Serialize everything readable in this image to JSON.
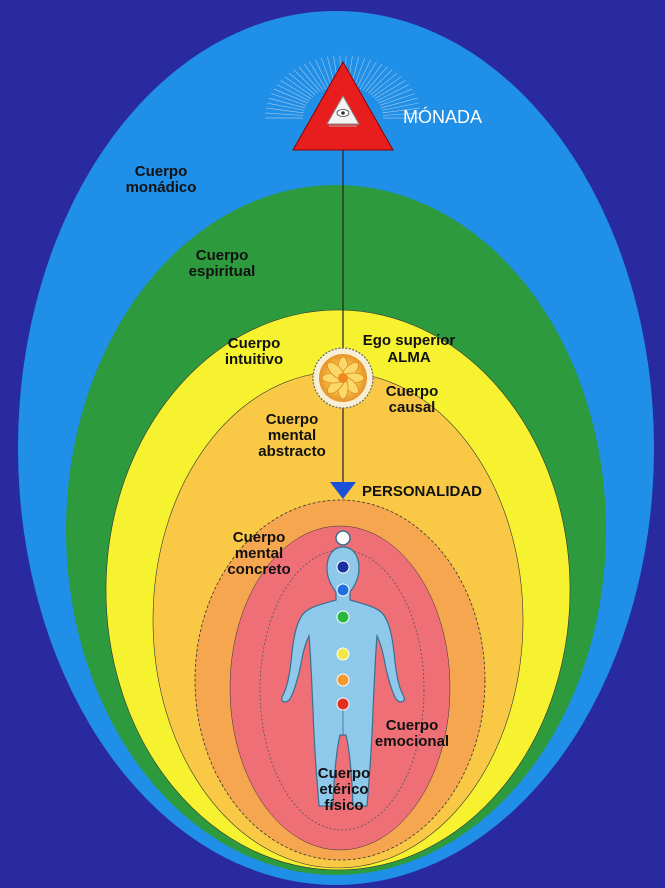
{
  "colors": {
    "background": "#2a2aa0",
    "monadic": "#1f8fe8",
    "spiritual": "#2e9a3e",
    "intuitive": "#f6f230",
    "abstract": "#f9c945",
    "concrete": "#f5a64f",
    "emotional": "#ef6f76",
    "body": "#8ec8ea",
    "triangle": "#e81e1e",
    "personality_marker": "#1a4fd8"
  },
  "monad": {
    "label": "MÓNADA",
    "icon": "triangle-eye-icon"
  },
  "soul": {
    "line1": "Ego superior",
    "line2": "ALMA",
    "icon": "lotus-flower-icon"
  },
  "personality": {
    "label": "PERSONALIDAD",
    "icon": "down-triangle-icon"
  },
  "bodies": {
    "monadic": {
      "line1": "Cuerpo",
      "line2": "monádico"
    },
    "spiritual": {
      "line1": "Cuerpo",
      "line2": "espiritual"
    },
    "intuitive": {
      "line1": "Cuerpo",
      "line2": "intuitivo"
    },
    "causal": {
      "line1": "Cuerpo",
      "line2": "causal"
    },
    "mental_abstract": {
      "line1": "Cuerpo",
      "line2": "mental",
      "line3": "abstracto"
    },
    "mental_concrete": {
      "line1": "Cuerpo",
      "line2": "mental",
      "line3": "concreto"
    },
    "emotional": {
      "line1": "Cuerpo",
      "line2": "emocional"
    },
    "etheric": {
      "line1": "Cuerpo",
      "line2": "etérico",
      "line3": "físico"
    }
  },
  "chakras": [
    "#ffffff",
    "#1b2f9e",
    "#1e6fe0",
    "#28b83c",
    "#f2e64a",
    "#f59a2a",
    "#e2301f"
  ]
}
